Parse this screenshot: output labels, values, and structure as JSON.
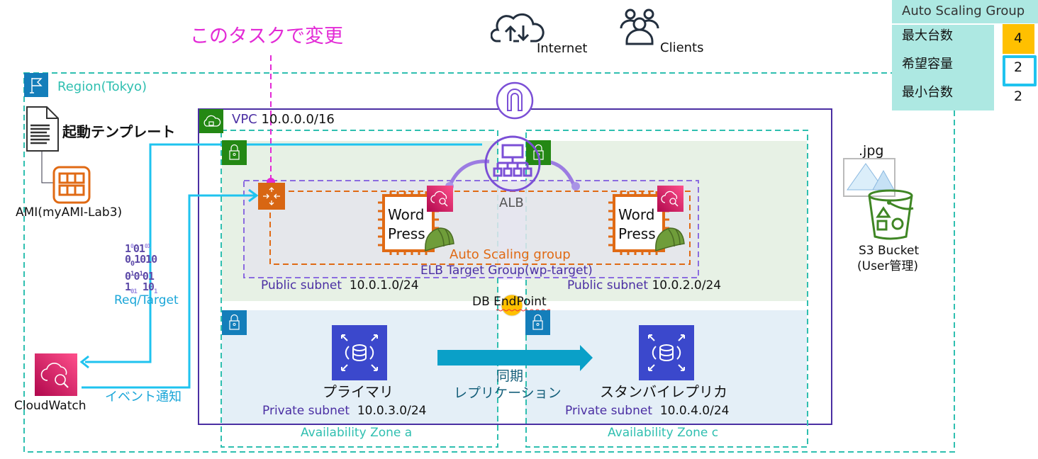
{
  "annotation": {
    "label": "このタスクで変更",
    "color": "#e32ad6"
  },
  "top_icons": {
    "internet": {
      "icon": "cloud-upload-download-icon",
      "label": "Internet"
    },
    "clients": {
      "icon": "users-group-icon",
      "label": "Clients"
    }
  },
  "asg_panel": {
    "title": "Auto Scaling Group",
    "rows": [
      {
        "label": "最大台数",
        "value": "4",
        "highlight": "#ffc000"
      },
      {
        "label": "希望容量",
        "value": "2",
        "highlight": "#1fc3ef"
      },
      {
        "label": "最小台数",
        "value": "2"
      }
    ]
  },
  "region": {
    "icon": "region-flag-icon",
    "label": "Region(Tokyo)"
  },
  "launch_template": {
    "icon": "document-icon",
    "label": "起動テンプレート"
  },
  "ami": {
    "icon": "ami-icon",
    "label": "AMI(myAMI-Lab3)"
  },
  "metrics": {
    "icon": "binary-data-icon",
    "label": "Req/Target"
  },
  "cloudwatch": {
    "icon": "cloudwatch-icon",
    "label": "CloudWatch"
  },
  "event_notification": {
    "label": "イベント通知"
  },
  "vpc": {
    "icon": "vpc-cloud-lock-icon",
    "label": "VPC",
    "cidr": "10.0.0.0/16"
  },
  "igw": {
    "icon": "internet-gateway-icon"
  },
  "alb": {
    "icon": "load-balancer-icon",
    "label": "ALB"
  },
  "public_subnets": [
    {
      "label": "Public subnet",
      "cidr": "10.0.1.0/24"
    },
    {
      "label": "Public subnet",
      "cidr": "10.0.2.0/24"
    }
  ],
  "private_subnets": [
    {
      "label": "Private subnet",
      "cidr": "10.0.3.0/24"
    },
    {
      "label": "Private subnet",
      "cidr": "10.0.4.0/24"
    }
  ],
  "instances": [
    {
      "line1": "Word",
      "line2": "Press"
    },
    {
      "line1": "Word",
      "line2": "Press"
    }
  ],
  "auto_scaling_group_label": "Auto Scaling group",
  "target_group_label": "ELB Target Group(wp-target)",
  "db_endpoint": "DB EndPoint",
  "rds": {
    "primary": "プライマリ",
    "standby": "スタンバイレプリカ",
    "sync_line1": "同期",
    "sync_line2": "レプリケーション"
  },
  "availability_zones": [
    "Availability Zone a",
    "Availability Zone c"
  ],
  "s3": {
    "file_label": ".jpg",
    "line1": "S3 Bucket",
    "line2": "(User管理)"
  },
  "colors": {
    "teal": "#2fbfb0",
    "purple": "#4b2fa3",
    "orange": "#e06a14",
    "cyan": "#1fc3ef",
    "green": "#248814",
    "blue": "#147eba",
    "rds": "#3b48cc",
    "cloudwatch": "#d6246e"
  }
}
